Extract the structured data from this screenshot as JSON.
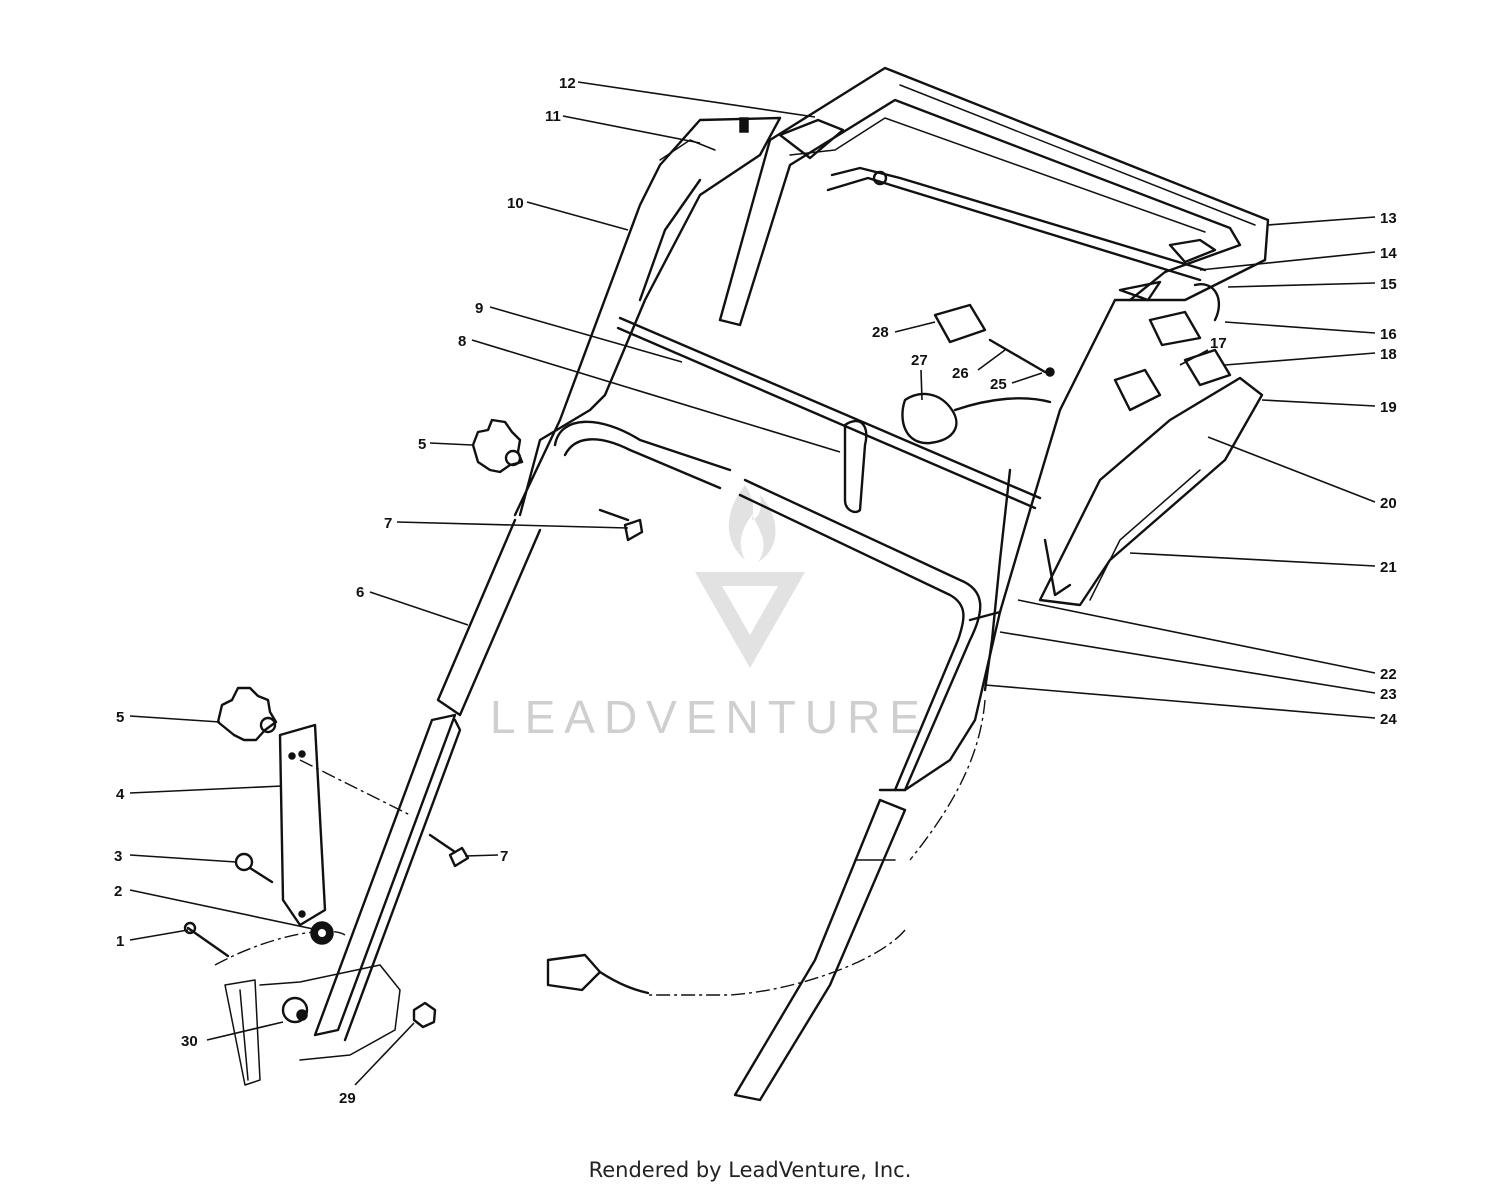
{
  "callouts": {
    "c1": "1",
    "c2": "2",
    "c3": "3",
    "c4": "4",
    "c5a": "5",
    "c5b": "5",
    "c6": "6",
    "c7a": "7",
    "c7b": "7",
    "c8": "8",
    "c9": "9",
    "c10": "10",
    "c11": "11",
    "c12": "12",
    "c13": "13",
    "c14": "14",
    "c15": "15",
    "c16": "16",
    "c17": "17",
    "c18": "18",
    "c19": "19",
    "c20": "20",
    "c21": "21",
    "c22": "22",
    "c23": "23",
    "c24": "24",
    "c25": "25",
    "c26": "26",
    "c27": "27",
    "c28": "28",
    "c29": "29",
    "c30": "30"
  },
  "watermark": {
    "text": "LEADVENTURE"
  },
  "footer": {
    "credit": "Rendered by LeadVenture, Inc."
  }
}
